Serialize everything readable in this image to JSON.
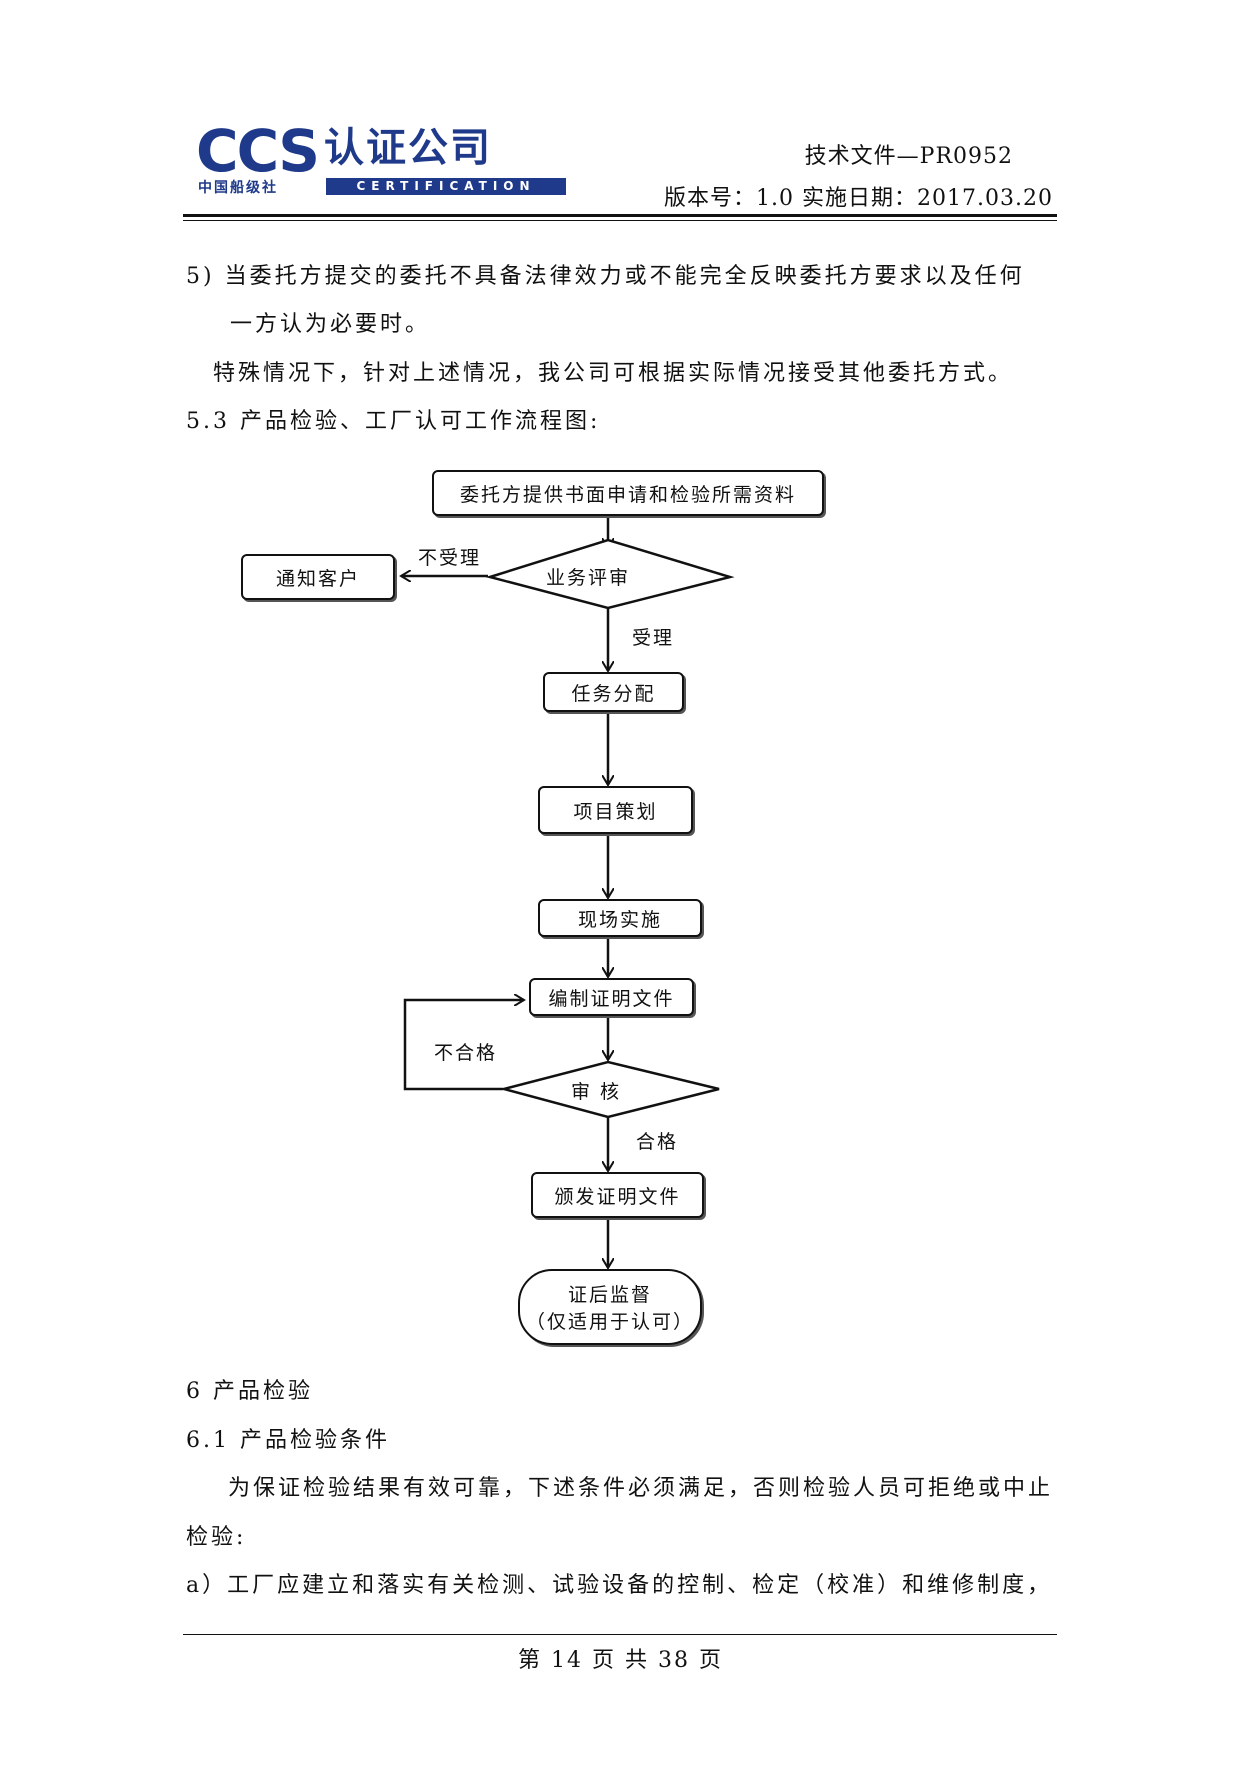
{
  "header": {
    "logo_main": "CCS",
    "logo_cn": "认证公司",
    "logo_sub": "中国船级社",
    "logo_cert": "CERTIFICATION",
    "doc_title": "技术文件—PR0952",
    "version_line": "版本号：1.0   实施日期：2017.03.20"
  },
  "body": {
    "item5_line1": "5)  当委托方提交的委托不具备法律效力或不能完全反映委托方要求以及任何",
    "item5_line2": "一方认为必要时。",
    "special": "特殊情况下，针对上述情况，我公司可根据实际情况接受其他委托方式。",
    "sec53": "5.3 产品检验、工厂认可工作流程图:",
    "sec6": "6 产品检验",
    "sec61": "6.1 产品检验条件",
    "cond_line1": "为保证检验结果有效可靠，下述条件必须满足，否则检验人员可拒绝或中止",
    "cond_line2": "检验:",
    "item_a": "a）工厂应建立和落实有关检测、试验设备的控制、检定（校准）和维修制度，"
  },
  "flow": {
    "n_submit": "委托方提供书面申请和检验所需资料",
    "n_review": "业务评审",
    "n_notify": "通知客户",
    "l_reject": "不受理",
    "l_accept": "受理",
    "n_assign": "任务分配",
    "n_plan": "项目策划",
    "n_onsite": "现场实施",
    "n_compile": "编制证明文件",
    "n_audit": "审    核",
    "l_fail": "不合格",
    "l_pass": "合格",
    "n_issue": "颁发证明文件",
    "n_post_1": "证后监督",
    "n_post_2": "（仅适用于认可）"
  },
  "footer": {
    "page": "第 14 页    共 38 页"
  }
}
